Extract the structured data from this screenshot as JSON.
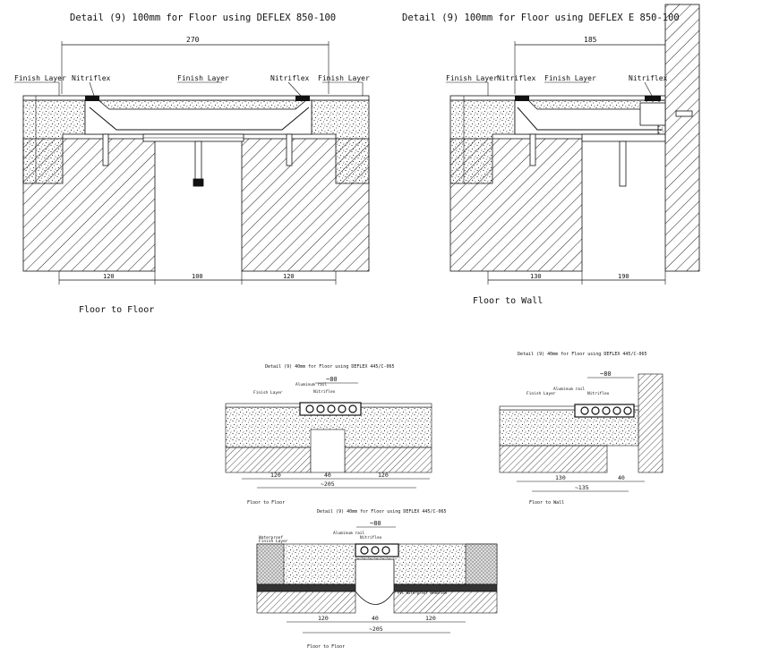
{
  "drawing": {
    "detail_a": {
      "title": "Detail (9) 100mm for Floor using DEFLEX 850-100",
      "labels": [
        "Finish Layer",
        "Nitriflex",
        "Finish Layer",
        "Nitriflex",
        "Finish Layer"
      ],
      "dim_top": "270",
      "dims_bottom": [
        "120",
        "100",
        "120"
      ],
      "caption": "Floor to Floor"
    },
    "detail_b": {
      "title": "Detail (9) 100mm for Floor using DEFLEX E 850-100",
      "labels": [
        "Finish Layer",
        "Nitriflex",
        "Finish Layer",
        "Nitriflex"
      ],
      "dim_top": "185",
      "dims_bottom": [
        "130",
        "190"
      ],
      "caption": "Floor to Wall"
    },
    "detail_c": {
      "title": "Detail (9) 40mm for Floor using DEFLEX 445/C-065",
      "labels": [
        "Finish Layer",
        "Aluminum rail",
        "Nitriflex"
      ],
      "dim_top": "~80",
      "dims_bottom": [
        "120",
        "40",
        "120"
      ],
      "dim_total": "~205",
      "caption": "Floor to Floor"
    },
    "detail_d": {
      "title": "Detail (9) 40mm for Floor using DEFLEX 445/C-065",
      "labels": [
        "Finish Layer",
        "Aluminum rail",
        "Nitriflex"
      ],
      "dim_top": "~80",
      "dims_bottom": [
        "130",
        "40"
      ],
      "dim_total": "~135",
      "caption": "Floor to Wall"
    },
    "detail_e": {
      "title": "Detail (9) 40mm for Floor using DEFLEX 445/C-065",
      "labels": [
        "Waterproof",
        "Finish Layer",
        "Aluminum rail",
        "Nitriflex",
        "PVC Waterproof membrane"
      ],
      "dim_top": "~80",
      "dims_bottom": [
        "120",
        "40",
        "120"
      ],
      "dim_total": "~205",
      "caption": "Floor to Floor"
    }
  }
}
